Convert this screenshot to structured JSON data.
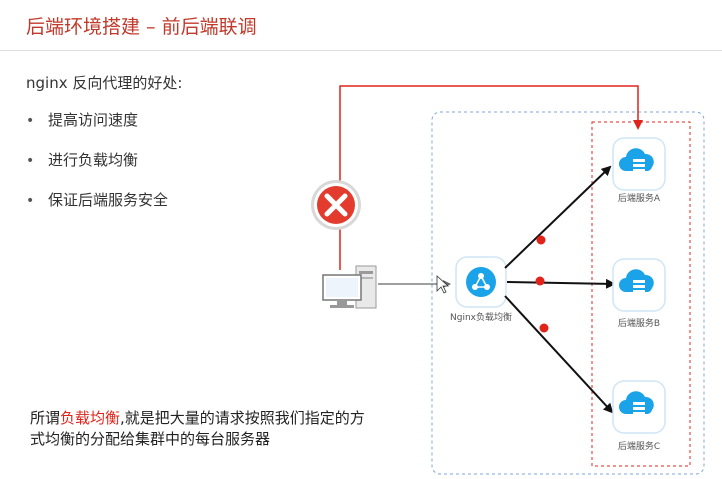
{
  "title": "后端环境搭建 – 前后端联调",
  "intro": "nginx 反向代理的好处:",
  "benefits": [
    "提高访问速度",
    "进行负载均衡",
    "保证后端服务安全"
  ],
  "note": {
    "prefix": "所谓",
    "highlight": "负载均衡",
    "rest": ",就是把大量的请求按照我们指定的方式均衡的分配给集群中的每台服务器"
  },
  "diagram": {
    "nginx_label": "Nginx负载均衡",
    "servers": [
      "后端服务A",
      "后端服务B",
      "后端服务C"
    ]
  },
  "colors": {
    "title": "#c0392b",
    "accent_red": "#e0241b",
    "cloud_blue": "#1aa3e8",
    "dashed_blue": "#7fa7d6"
  },
  "icons": [
    "client-computer-icon",
    "blocked-x-icon",
    "nginx-balancer-icon",
    "server-cloud-icon"
  ]
}
